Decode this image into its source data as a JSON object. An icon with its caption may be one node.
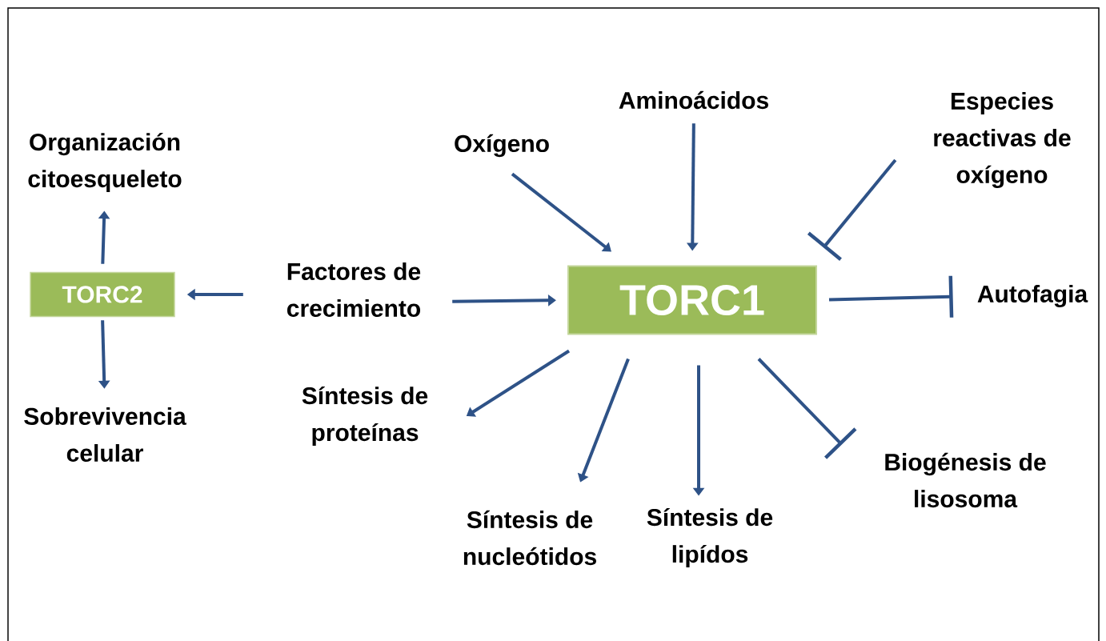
{
  "diagram": {
    "nodes": [
      {
        "text": [
          "TORC2"
        ]
      },
      {
        "text": [
          "TORC1"
        ]
      },
      {
        "text": [
          "Organización citoesqueleto"
        ]
      },
      {
        "text": [
          "Sobrevivencia celular"
        ]
      },
      {
        "text": [
          "Factores de crecimiento"
        ]
      },
      {
        "text": [
          "Oxígeno"
        ]
      },
      {
        "text": [
          "Aminoácidos"
        ]
      },
      {
        "text": [
          "Especies reactivas de oxígeno"
        ]
      },
      {
        "text": [
          "Autofagia"
        ]
      },
      {
        "text": [
          "Síntesis de proteínas"
        ]
      },
      {
        "text": [
          "Síntesis de nucleótidos"
        ]
      },
      {
        "text": [
          "Síntesis de lipídos"
        ]
      },
      {
        "text": [
          "Biogénesis de lisosoma"
        ]
      }
    ],
    "edges": [
      {
        "from": 0,
        "to": 2,
        "arrow": "to"
      },
      {
        "from": 0,
        "to": 3,
        "arrow": "to"
      },
      {
        "from": 4,
        "to": 0,
        "arrow": "to"
      },
      {
        "from": 4,
        "to": 1,
        "arrow": "to"
      },
      {
        "from": 5,
        "to": 1,
        "arrow": "to"
      },
      {
        "from": 6,
        "to": 1,
        "arrow": "to"
      },
      {
        "from": 7,
        "to": 1,
        "arrow": "other"
      },
      {
        "from": 1,
        "to": 8,
        "arrow": "other"
      },
      {
        "from": 1,
        "to": 9,
        "arrow": "to"
      },
      {
        "from": 1,
        "to": 10,
        "arrow": "to"
      },
      {
        "from": 1,
        "to": 11,
        "arrow": "to"
      },
      {
        "from": 1,
        "to": 12,
        "arrow": "other"
      }
    ]
  }
}
